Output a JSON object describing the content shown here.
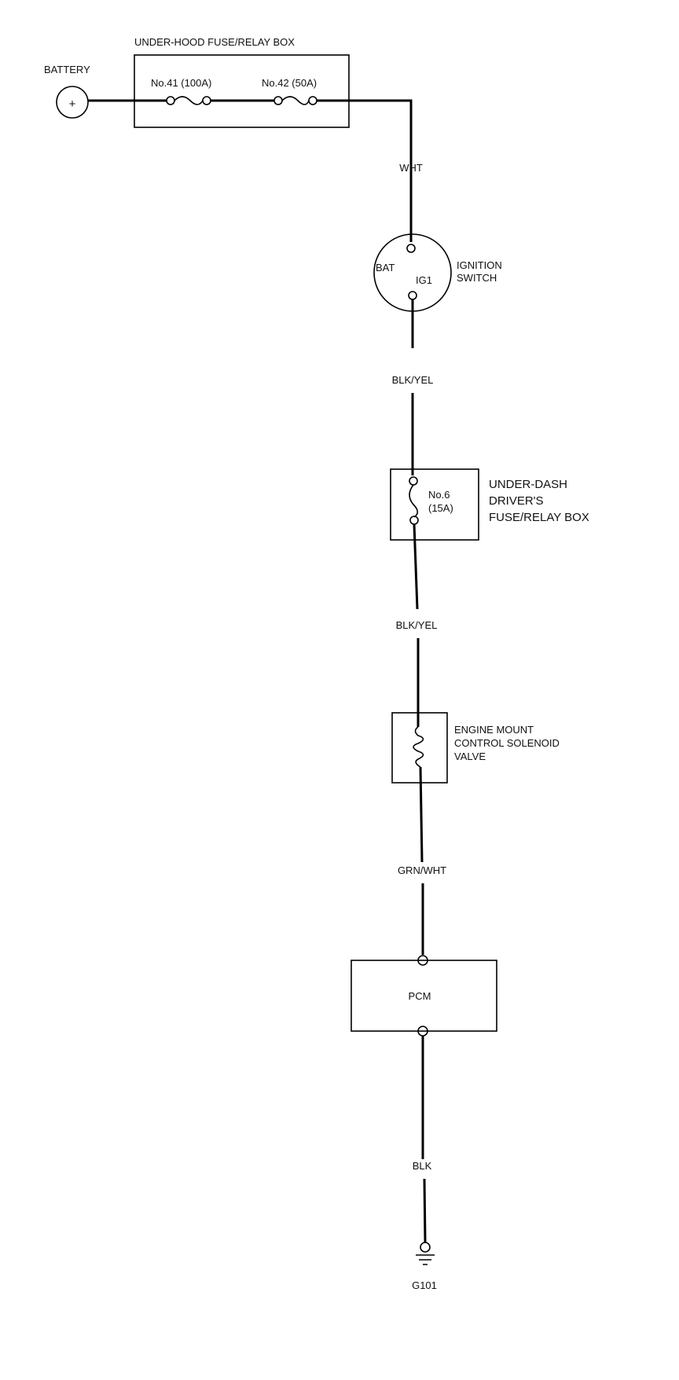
{
  "battery": {
    "label": "BATTERY",
    "symbol": "+"
  },
  "underhood_box": {
    "title": "UNDER-HOOD FUSE/RELAY BOX",
    "fuse1": "No.41 (100A)",
    "fuse2": "No.42 (50A)"
  },
  "wires": {
    "w1": "WHT",
    "w2": "BLK/YEL",
    "w3": "BLK/YEL",
    "w4": "GRN/WHT",
    "w5": "BLK"
  },
  "ignition_switch": {
    "title_line1": "IGNITION",
    "title_line2": "SWITCH",
    "terminal_bat": "BAT",
    "terminal_ig1": "IG1"
  },
  "underdash_box": {
    "line1": "UNDER-DASH",
    "line2": "DRIVER'S",
    "line3": "FUSE/RELAY BOX",
    "fuse_no": "No.6",
    "fuse_rating": "(15A)"
  },
  "solenoid": {
    "line1": "ENGINE MOUNT",
    "line2": "CONTROL SOLENOID",
    "line3": "VALVE"
  },
  "pcm": {
    "label": "PCM"
  },
  "ground": {
    "label": "G101"
  }
}
